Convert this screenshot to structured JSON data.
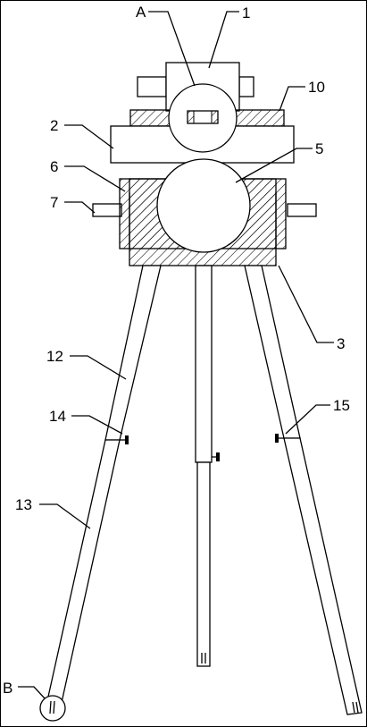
{
  "labels": {
    "A": "A",
    "n1": "1",
    "n10": "10",
    "n2": "2",
    "n5": "5",
    "n6": "6",
    "n7": "7",
    "n3": "3",
    "n12": "12",
    "n14": "14",
    "n15": "15",
    "n13": "13",
    "B": "B"
  }
}
